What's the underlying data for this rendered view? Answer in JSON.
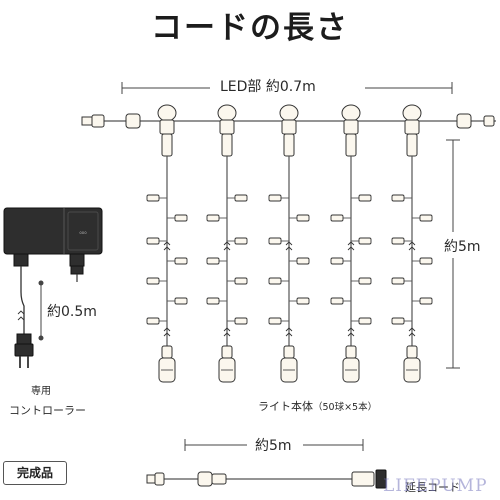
{
  "title": "コードの長さ",
  "labels": {
    "led_section": "LED部 約0.7m",
    "drop_length": "約5m",
    "controller_cable": "約0.5m",
    "controller_line1": "専用",
    "controller_line2": "コントローラー",
    "light_body": "ライト本体",
    "light_body_sub": "（50球×5本）",
    "extension_length": "約5m",
    "extension_cord": "延長コード"
  },
  "badge": "完成品",
  "watermark": "LIFEPUMP",
  "colors": {
    "wire": "#555555",
    "dimension_line": "#444444",
    "controller_body": "#2e2e2e",
    "connector_fill": "#fbf7ee"
  },
  "icons": [
    "controller-box-icon",
    "power-plug-icon",
    "connector-icon",
    "led-bulb-icon",
    "wire-break-icon"
  ]
}
